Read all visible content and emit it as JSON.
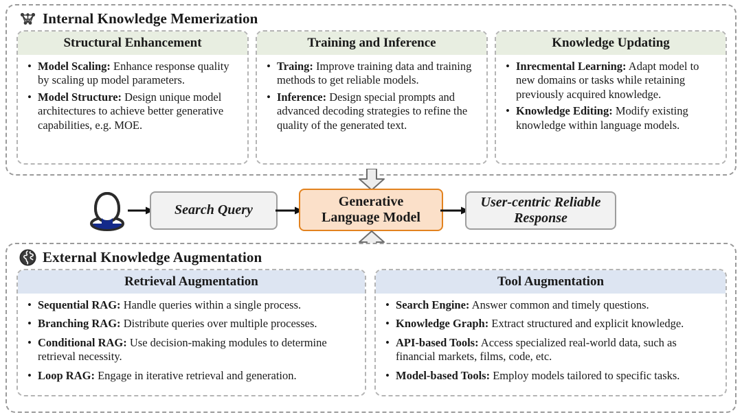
{
  "internal": {
    "icon": "neural-network-icon",
    "title": "Internal Knowledge Memerization",
    "cards": [
      {
        "header": "Structural Enhancement",
        "bullets": [
          {
            "term": "Model Scaling:",
            "text": " Enhance response quality by scaling up model parameters."
          },
          {
            "term": "Model Structure:",
            "text": " Design unique model architectures to achieve better generative capabilities, e.g. MOE."
          }
        ]
      },
      {
        "header": "Training and Inference",
        "bullets": [
          {
            "term": "Traing:",
            "text": " Improve training data and training methods to get reliable models."
          },
          {
            "term": "Inference:",
            "text": " Design special prompts and advanced decoding strategies to refine the quality of the generated text."
          }
        ]
      },
      {
        "header": "Knowledge Updating",
        "bullets": [
          {
            "term": "Inrecmental Learning:",
            "text": " Adapt model to new domains or tasks while retaining previously acquired knowledge."
          },
          {
            "term": "Knowledge Editing:",
            "text": " Modify existing knowledge within language models."
          }
        ]
      }
    ]
  },
  "pipeline": {
    "user_icon": "user-avatar-icon",
    "search_query": "Search Query",
    "generative_model_line1": "Generative",
    "generative_model_line2": "Language Model",
    "response_line1": "User-centric Reliable",
    "response_line2": "Response",
    "arrow_down": "block-arrow-down-icon",
    "arrow_up": "block-arrow-up-icon"
  },
  "external": {
    "icon": "globe-icon",
    "title": "External Knowledge Augmentation",
    "cards": [
      {
        "header": "Retrieval Augmentation",
        "bullets": [
          {
            "term": "Sequential RAG:",
            "text": " Handle queries within a single process."
          },
          {
            "term": "Branching RAG:",
            "text": " Distribute queries over multiple processes."
          },
          {
            "term": "Conditional RAG:",
            "text": " Use decision-making modules to determine retrieval necessity."
          },
          {
            "term": "Loop RAG:",
            "text": " Engage in iterative retrieval and generation."
          }
        ]
      },
      {
        "header": "Tool Augmentation",
        "bullets": [
          {
            "term": "Search Engine:",
            "text": " Answer common and timely questions."
          },
          {
            "term": "Knowledge Graph:",
            "text": " Extract structured and explicit knowledge."
          },
          {
            "term": "API-based Tools:",
            "text": " Access specialized real-world data, such as financial markets, films, code, etc."
          },
          {
            "term": "Model-based Tools:",
            "text": " Employ models tailored to specific tasks."
          }
        ]
      }
    ]
  },
  "colors": {
    "green_header": "#e8eee1",
    "blue_header": "#dde5f2",
    "orange_fill": "#fbe0c9",
    "orange_border": "#e2821e",
    "grey_fill": "#f2f2f2",
    "grey_border": "#9d9d9d",
    "dashed_border": "#9a9a9a",
    "avatar_blue": "#142a8a"
  }
}
